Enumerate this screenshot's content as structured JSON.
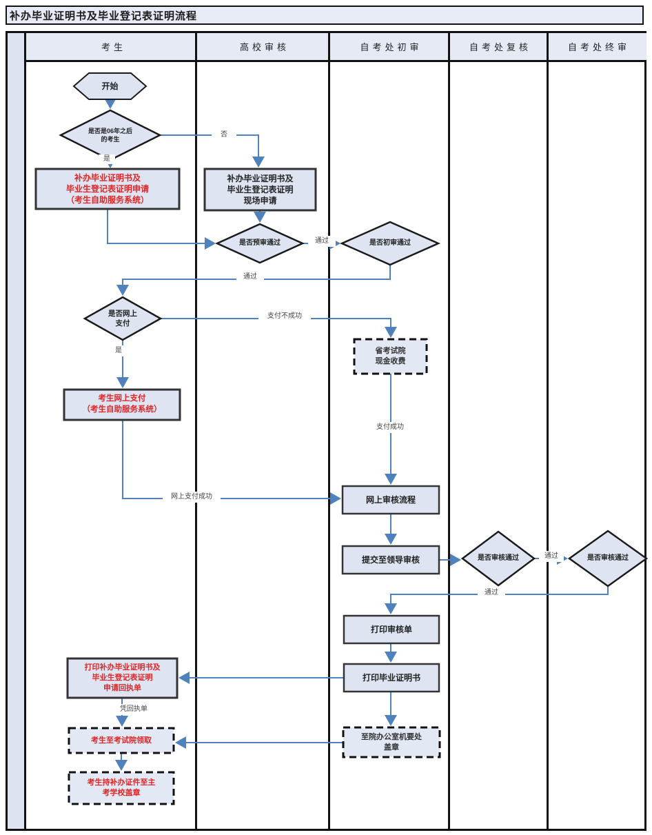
{
  "title": "补办毕业证明书及毕业登记表证明流程",
  "lanes": [
    "考生",
    "高校审核",
    "自考处初审",
    "自考处复核",
    "自考处终审"
  ],
  "nodes": {
    "start": "开始",
    "is_after_2006": "是否是06年之后\n的考生",
    "apply_online": "补办毕业证明书及\n毕业生登记表证明申请\n（考生自助服务系统）",
    "apply_onsite": "补办毕业证明书及\n毕业生登记表证明\n现场申请",
    "pre_review": "是否预审通过",
    "initial_review": "是否初审通过",
    "is_online_pay": "是否网上\n支付",
    "online_pay": "考生网上支付\n（考生自助服务系统）",
    "cash_pay": "省考试院\n现金收费",
    "online_review": "网上审核流程",
    "submit_leader": "提交至领导审核",
    "recheck": "是否审核通过",
    "final_check": "是否审核通过",
    "print_review_form": "打印审核单",
    "print_certificate": "打印毕业证明书",
    "print_receipt": "打印补办毕业证明书及\n毕业生登记表证明\n申请回执单",
    "collect": "考生至考试院领取",
    "stamp_school": "考生持补办证件至主\n考学校盖章",
    "office_stamp": "至院办公室机要处\n盖章"
  },
  "edge_labels": {
    "no": "否",
    "yes_after_2006": "是",
    "pass_pre_review": "通过",
    "pass_initial_review": "通过",
    "yes_online_pay": "是",
    "pay_fail": "支付不成功",
    "pay_success": "支付成功",
    "online_pay_success": "网上支付成功",
    "pass_recheck": "通过",
    "pass_final": "通过",
    "with_receipt": "凭回执单"
  },
  "colors": {
    "line_blue": "#4f81bd",
    "red_text": "#e02626",
    "shape_fill": "#dee4f2",
    "header_bg": "#e6eaf5",
    "border": "#1a1a1a"
  }
}
